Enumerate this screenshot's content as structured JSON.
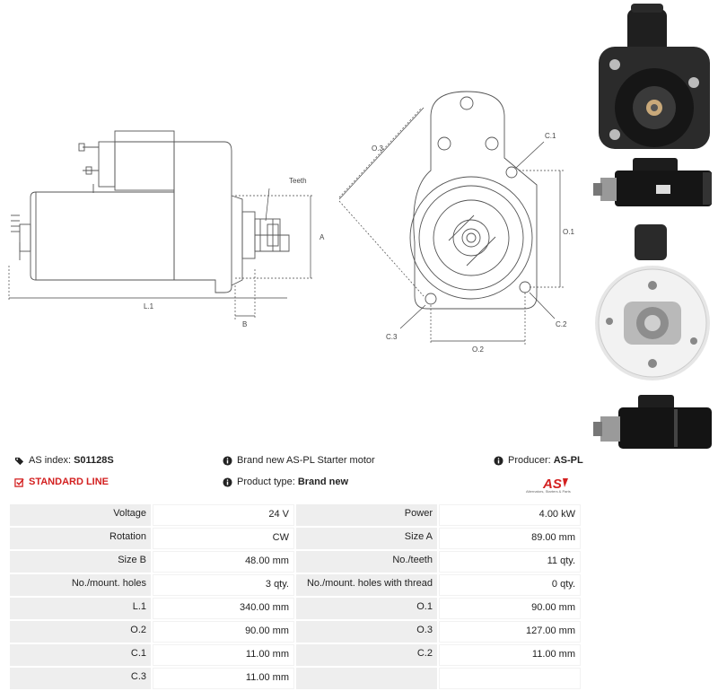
{
  "diagram": {
    "labels": {
      "teeth": "Teeth",
      "a": "A",
      "b": "B",
      "l1": "L.1",
      "o3": "O.3",
      "c1": "C.1",
      "o1": "O.1",
      "c2": "C.2",
      "c3": "C.3",
      "o2": "O.2"
    }
  },
  "photos": {
    "items": [
      "front-view",
      "side-view",
      "rear-view",
      "side-view-2"
    ]
  },
  "info": {
    "as_index_label": "AS index:",
    "as_index_value": "S01128S",
    "description": "Brand new AS-PL Starter motor",
    "producer_label": "Producer:",
    "producer_value": "AS-PL",
    "standard_line": "STANDARD LINE",
    "product_type_label": "Product type:",
    "product_type_value": "Brand new",
    "logo_text": "AS",
    "logo_tagline": "Alternators, Starters & Parts",
    "accent_color": "#d32020"
  },
  "specs": [
    {
      "l1": "Voltage",
      "v1": "24 V",
      "l2": "Power",
      "v2": "4.00 kW"
    },
    {
      "l1": "Rotation",
      "v1": "CW",
      "l2": "Size A",
      "v2": "89.00 mm"
    },
    {
      "l1": "Size B",
      "v1": "48.00 mm",
      "l2": "No./teeth",
      "v2": "11 qty."
    },
    {
      "l1": "No./mount. holes",
      "v1": "3 qty.",
      "l2": "No./mount. holes with thread",
      "v2": "0 qty."
    },
    {
      "l1": "L.1",
      "v1": "340.00 mm",
      "l2": "O.1",
      "v2": "90.00 mm"
    },
    {
      "l1": "O.2",
      "v1": "90.00 mm",
      "l2": "O.3",
      "v2": "127.00 mm"
    },
    {
      "l1": "C.1",
      "v1": "11.00 mm",
      "l2": "C.2",
      "v2": "11.00 mm"
    },
    {
      "l1": "C.3",
      "v1": "11.00 mm",
      "l2": "",
      "v2": ""
    }
  ]
}
